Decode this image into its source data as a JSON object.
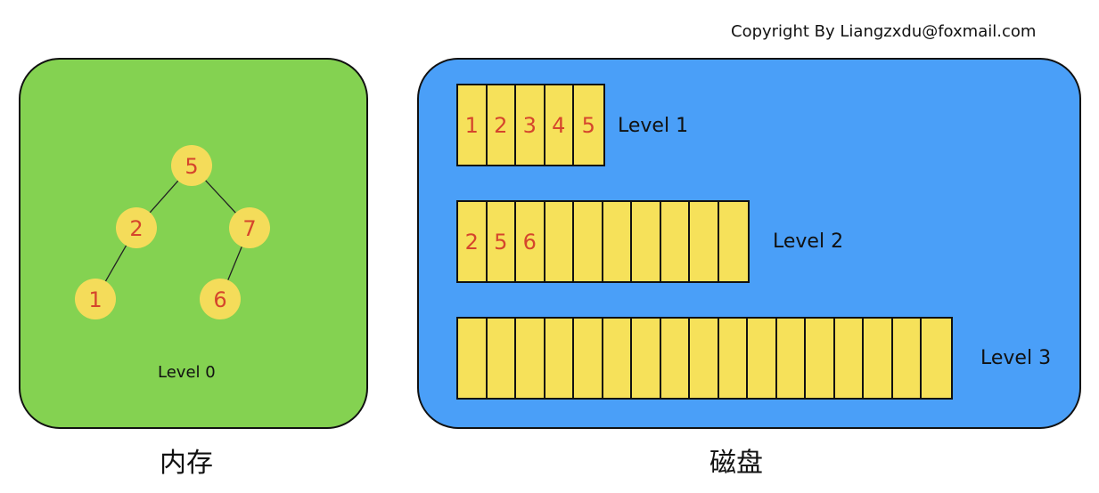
{
  "copyright": "Copyright By Liangzxdu@foxmail.com",
  "memory": {
    "caption": "内存",
    "level_label": "Level 0",
    "tree": {
      "nodes": [
        {
          "id": "n5",
          "label": "5"
        },
        {
          "id": "n2",
          "label": "2"
        },
        {
          "id": "n7",
          "label": "7"
        },
        {
          "id": "n1",
          "label": "1"
        },
        {
          "id": "n6",
          "label": "6"
        }
      ],
      "edges": [
        [
          "n5",
          "n2"
        ],
        [
          "n5",
          "n7"
        ],
        [
          "n2",
          "n1"
        ],
        [
          "n7",
          "n6"
        ]
      ]
    }
  },
  "disk": {
    "caption": "磁盘",
    "levels": [
      {
        "label": "Level 1",
        "cell_count": 5,
        "values": [
          "1",
          "2",
          "3",
          "4",
          "5"
        ]
      },
      {
        "label": "Level 2",
        "cell_count": 10,
        "values": [
          "2",
          "5",
          "6"
        ]
      },
      {
        "label": "Level 3",
        "cell_count": 17,
        "values": []
      }
    ]
  },
  "colors": {
    "memory_panel": "#84d251",
    "disk_panel": "#4a9ff8",
    "cell_fill": "#f6e15a",
    "node_fill": "#f4dc5a",
    "number_text": "#d5452c"
  }
}
